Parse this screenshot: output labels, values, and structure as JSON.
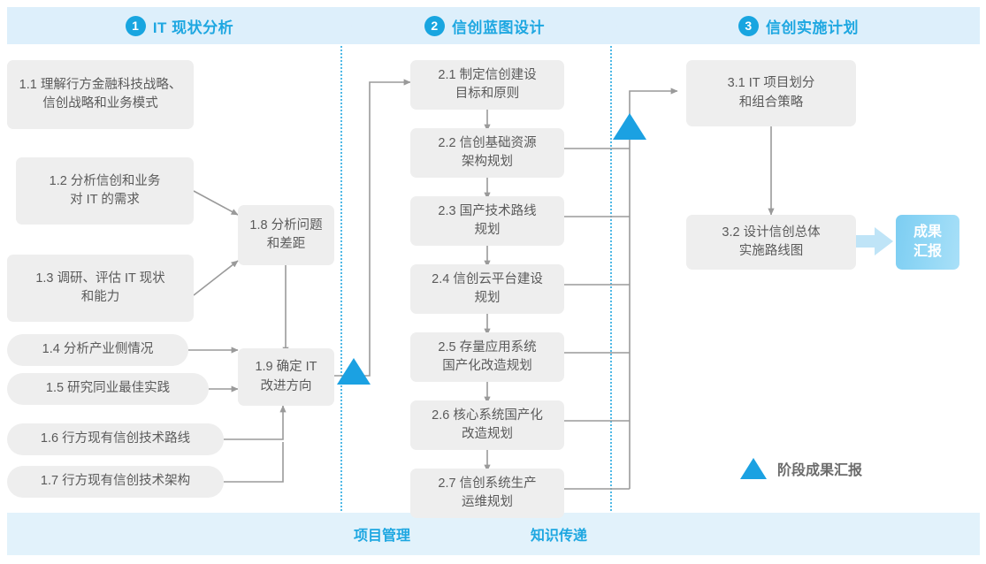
{
  "phases": [
    {
      "num": "1",
      "title": "IT 现状分析"
    },
    {
      "num": "2",
      "title": "信创蓝图设计"
    },
    {
      "num": "3",
      "title": "信创实施计划"
    }
  ],
  "boxes": {
    "b11": "1.1 理解行方金融科技战略、信创战略和业务模式",
    "b12": "1.2 分析信创和业务\n对 IT 的需求",
    "b13": "1.3 调研、评估 IT 现状\n和能力",
    "b14": "1.4 分析产业侧情况",
    "b15": "1.5 研究同业最佳实践",
    "b16": "1.6 行方现有信创技术路线",
    "b17": "1.7 行方现有信创技术架构",
    "b18": "1.8 分析问题\n和差距",
    "b19": "1.9 确定 IT\n改进方向",
    "b21": "2.1 制定信创建设\n目标和原则",
    "b22": "2.2 信创基础资源\n架构规划",
    "b23": "2.3 国产技术路线\n规划",
    "b24": "2.4 信创云平台建设\n规划",
    "b25": "2.5 存量应用系统\n国产化改造规划",
    "b26": "2.6 核心系统国产化\n改造规划",
    "b27": "2.7 信创系统生产\n运维规划",
    "b31": "3.1 IT 项目划分\n和组合策略",
    "b32": "3.2 设计信创总体\n实施路线图"
  },
  "result": "成果\n汇报",
  "legend": {
    "label": "阶段成果汇报"
  },
  "bottom": {
    "pm": "项目管理",
    "kt": "知识传递"
  },
  "colors": {
    "accent": "#18a5e0",
    "band": "#ddeffb",
    "bottom_band": "#e2f2fb",
    "box_fill": "#eeeeee",
    "box_text": "#5a5a5a",
    "wire": "#9a9a9a",
    "divider": "#4fb9e6"
  }
}
